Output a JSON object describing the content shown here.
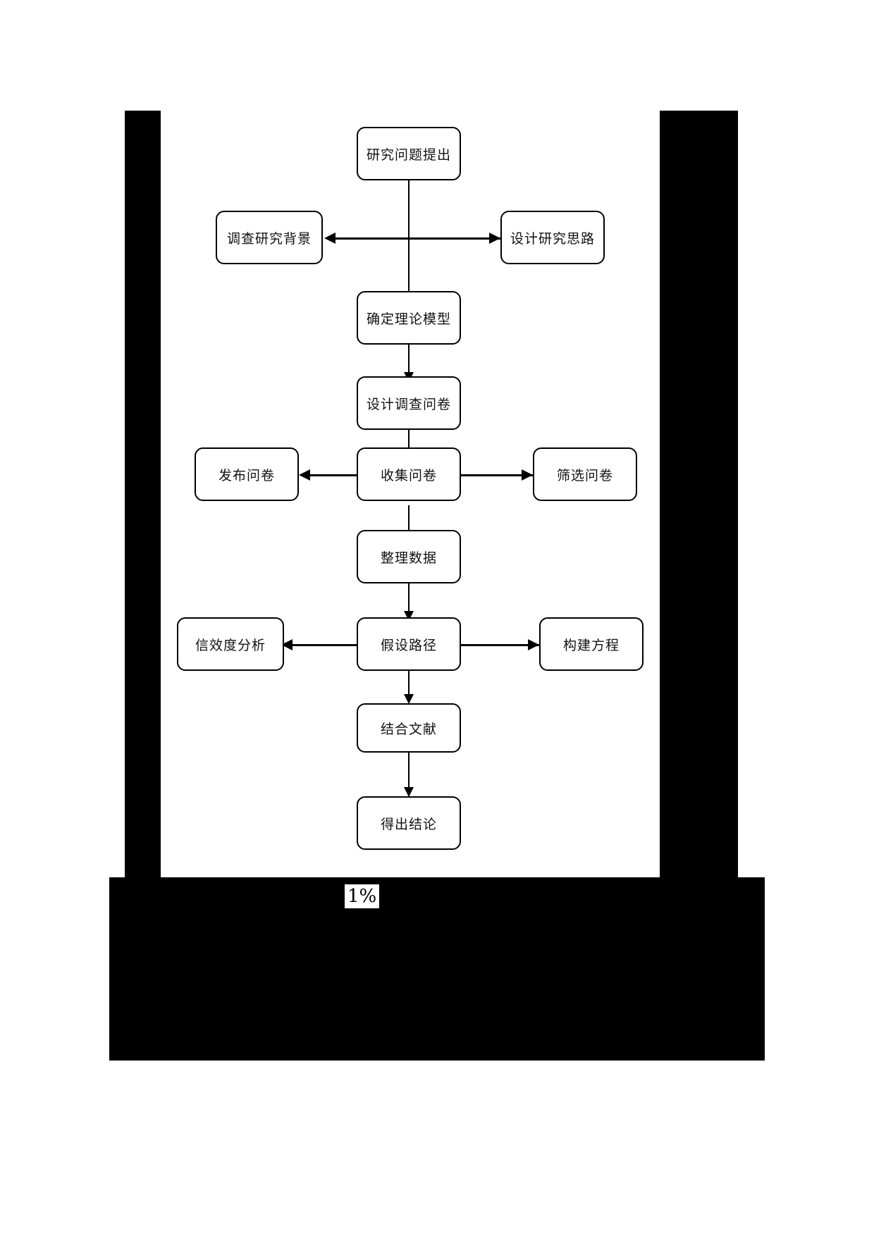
{
  "diagram": {
    "type": "flowchart",
    "orientation": "top-to-bottom",
    "footer_label": "1%",
    "colors": {
      "frame": "#000000",
      "canvas": "#ffffff",
      "node_border": "#000000",
      "node_fill": "#ffffff",
      "connector": "#000000",
      "text": "#111111"
    },
    "nodes": [
      {
        "id": "n1",
        "label": "研究问题提出",
        "column": "center"
      },
      {
        "id": "n2l",
        "label": "调查研究背景",
        "column": "left"
      },
      {
        "id": "n2r",
        "label": "设计研究思路",
        "column": "right"
      },
      {
        "id": "n3",
        "label": "确定理论模型",
        "column": "center"
      },
      {
        "id": "n4",
        "label": "设计调查问卷",
        "column": "center"
      },
      {
        "id": "n5l",
        "label": "发布问卷",
        "column": "left"
      },
      {
        "id": "n5",
        "label": "收集问卷",
        "column": "center"
      },
      {
        "id": "n5r",
        "label": "筛选问卷",
        "column": "right"
      },
      {
        "id": "n6",
        "label": "整理数据",
        "column": "center"
      },
      {
        "id": "n7l",
        "label": "信效度分析",
        "column": "left"
      },
      {
        "id": "n7",
        "label": "假设路径",
        "column": "center"
      },
      {
        "id": "n7r",
        "label": "构建方程",
        "column": "right"
      },
      {
        "id": "n8",
        "label": "结合文献",
        "column": "center"
      },
      {
        "id": "n9",
        "label": "得出结论",
        "column": "center"
      }
    ],
    "edges": [
      {
        "from": "n1",
        "to": "n3",
        "kind": "arrow-down"
      },
      {
        "from": "n1",
        "to": "n2l",
        "kind": "arrow-left"
      },
      {
        "from": "n1",
        "to": "n2r",
        "kind": "arrow-right"
      },
      {
        "from": "n3",
        "to": "n4",
        "kind": "arrow-down"
      },
      {
        "from": "n4",
        "to": "n5",
        "kind": "arrow-down"
      },
      {
        "from": "n5",
        "to": "n5l",
        "kind": "arrow-left"
      },
      {
        "from": "n5",
        "to": "n5r",
        "kind": "arrow-right"
      },
      {
        "from": "n5",
        "to": "n6",
        "kind": "arrow-down"
      },
      {
        "from": "n6",
        "to": "n7",
        "kind": "arrow-down"
      },
      {
        "from": "n7",
        "to": "n7l",
        "kind": "arrow-left"
      },
      {
        "from": "n7",
        "to": "n7r",
        "kind": "arrow-right"
      },
      {
        "from": "n7",
        "to": "n8",
        "kind": "arrow-down"
      },
      {
        "from": "n8",
        "to": "n9",
        "kind": "arrow-down"
      }
    ]
  }
}
